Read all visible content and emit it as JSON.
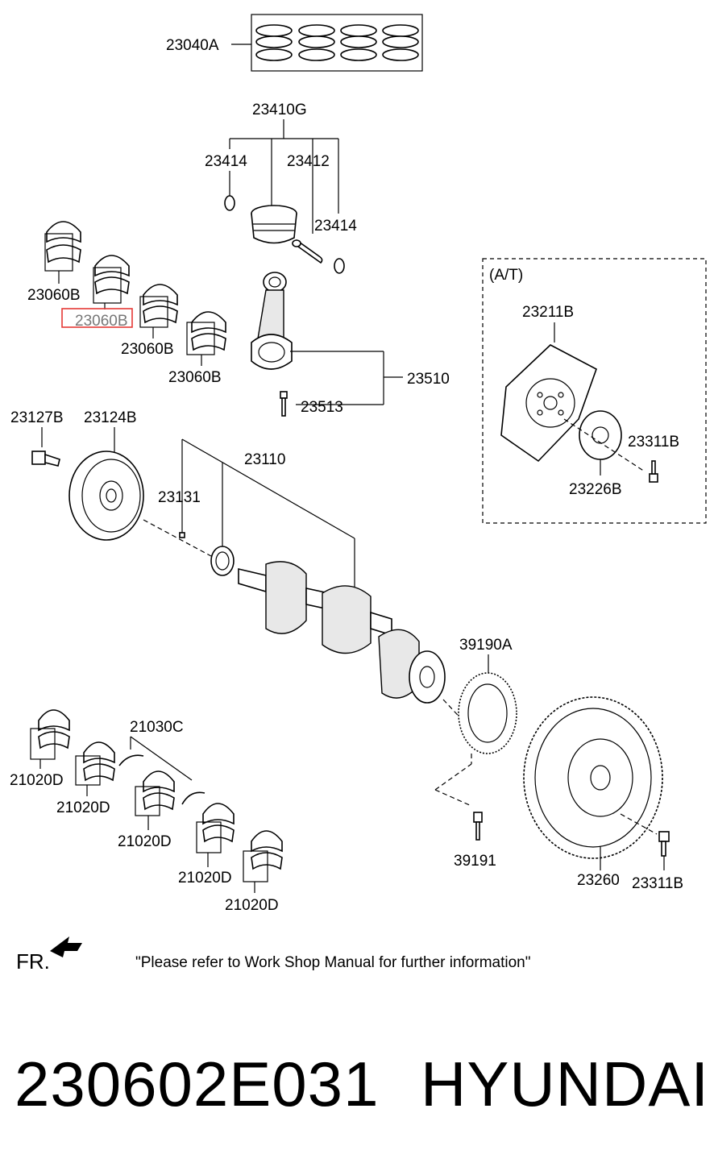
{
  "callouts": {
    "piston_ring_set": "23040A",
    "piston_assembly": "23410G",
    "snap_ring_left": "23414",
    "piston_pin": "23412",
    "snap_ring_right": "23414",
    "bearing_1": "23060B",
    "bearing_2_highlighted": "23060B",
    "bearing_3": "23060B",
    "bearing_4": "23060B",
    "connecting_rod": "23510",
    "rod_bolt": "23513",
    "pulley_bolt": "23127B",
    "damper_pulley": "23124B",
    "crankshaft": "23110",
    "woodruff_key": "23131",
    "thrust_washer": "21030C",
    "main_bearing_1": "21020D",
    "main_bearing_2": "21020D",
    "main_bearing_3": "21020D",
    "main_bearing_4": "21020D",
    "main_bearing_5": "21020D",
    "sensor_wheel": "39190A",
    "sensor_wheel_screw": "39191",
    "flywheel": "23260",
    "flywheel_bolt": "23311B",
    "at_section_title": "(A/T)",
    "drive_plate": "23211B",
    "adapter_plate": "23226B",
    "drive_plate_bolt": "23311B"
  },
  "footer": {
    "direction": "FR.",
    "note": "\"Please refer to Work Shop Manual for further information\""
  },
  "caption": {
    "part_number": "230602E031",
    "brand": "HYUNDAI"
  },
  "highlight_color": "#e53935"
}
